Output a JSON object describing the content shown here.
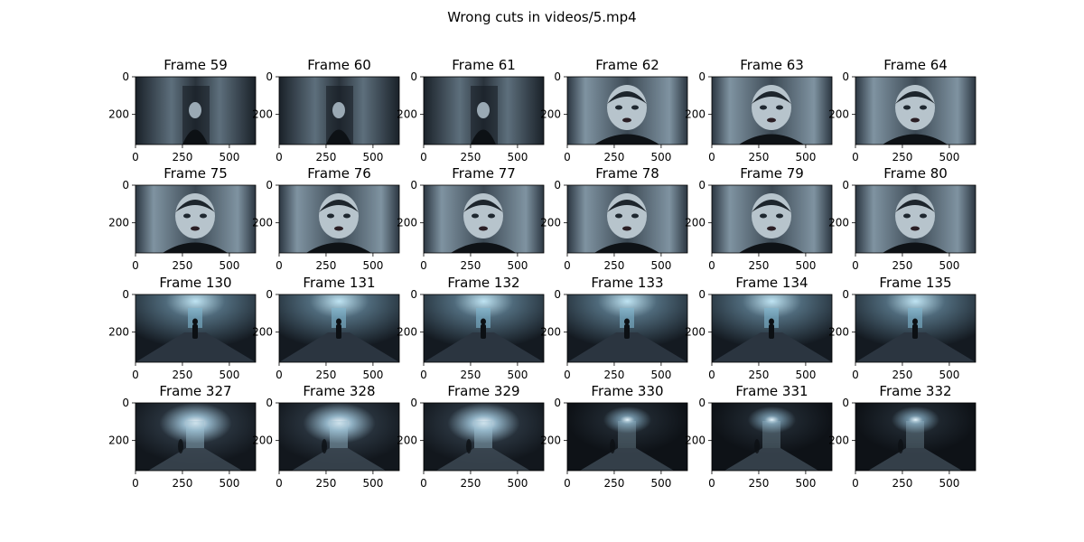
{
  "figure": {
    "title": "Wrong cuts in videos/5.mp4"
  },
  "chart_data": {
    "type": "image_grid",
    "title": "Wrong cuts in videos/5.mp4",
    "x_ticks": [
      "0",
      "250",
      "500"
    ],
    "x_tick_values": [
      0,
      250,
      500
    ],
    "y_ticks": [
      "0",
      "200"
    ],
    "y_tick_values": [
      0,
      200
    ],
    "xlim": [
      0,
      640
    ],
    "ylim": [
      360,
      0
    ],
    "rows": [
      {
        "frames": [
          {
            "title": "Frame 59",
            "scene": "girl-far"
          },
          {
            "title": "Frame 60",
            "scene": "girl-far"
          },
          {
            "title": "Frame 61",
            "scene": "girl-far"
          },
          {
            "title": "Frame 62",
            "scene": "girl-close"
          },
          {
            "title": "Frame 63",
            "scene": "girl-close"
          },
          {
            "title": "Frame 64",
            "scene": "girl-close"
          }
        ]
      },
      {
        "frames": [
          {
            "title": "Frame 75",
            "scene": "girl-close"
          },
          {
            "title": "Frame 76",
            "scene": "girl-close"
          },
          {
            "title": "Frame 77",
            "scene": "girl-close"
          },
          {
            "title": "Frame 78",
            "scene": "girl-close"
          },
          {
            "title": "Frame 79",
            "scene": "girl-close"
          },
          {
            "title": "Frame 80",
            "scene": "girl-close"
          }
        ]
      },
      {
        "frames": [
          {
            "title": "Frame 130",
            "scene": "walker"
          },
          {
            "title": "Frame 131",
            "scene": "walker"
          },
          {
            "title": "Frame 132",
            "scene": "walker"
          },
          {
            "title": "Frame 133",
            "scene": "walker"
          },
          {
            "title": "Frame 134",
            "scene": "walker"
          },
          {
            "title": "Frame 135",
            "scene": "walker"
          }
        ]
      },
      {
        "frames": [
          {
            "title": "Frame 327",
            "scene": "tunnel"
          },
          {
            "title": "Frame 328",
            "scene": "tunnel"
          },
          {
            "title": "Frame 329",
            "scene": "tunnel"
          },
          {
            "title": "Frame 330",
            "scene": "tunnel-dim"
          },
          {
            "title": "Frame 331",
            "scene": "tunnel-dim"
          },
          {
            "title": "Frame 332",
            "scene": "tunnel-dim"
          }
        ]
      }
    ]
  },
  "colors": {
    "frame_dark": "#1b222a",
    "frame_mid": "#4a5a68",
    "frame_light": "#c8dbe8",
    "glow": "#d6ecf8"
  }
}
